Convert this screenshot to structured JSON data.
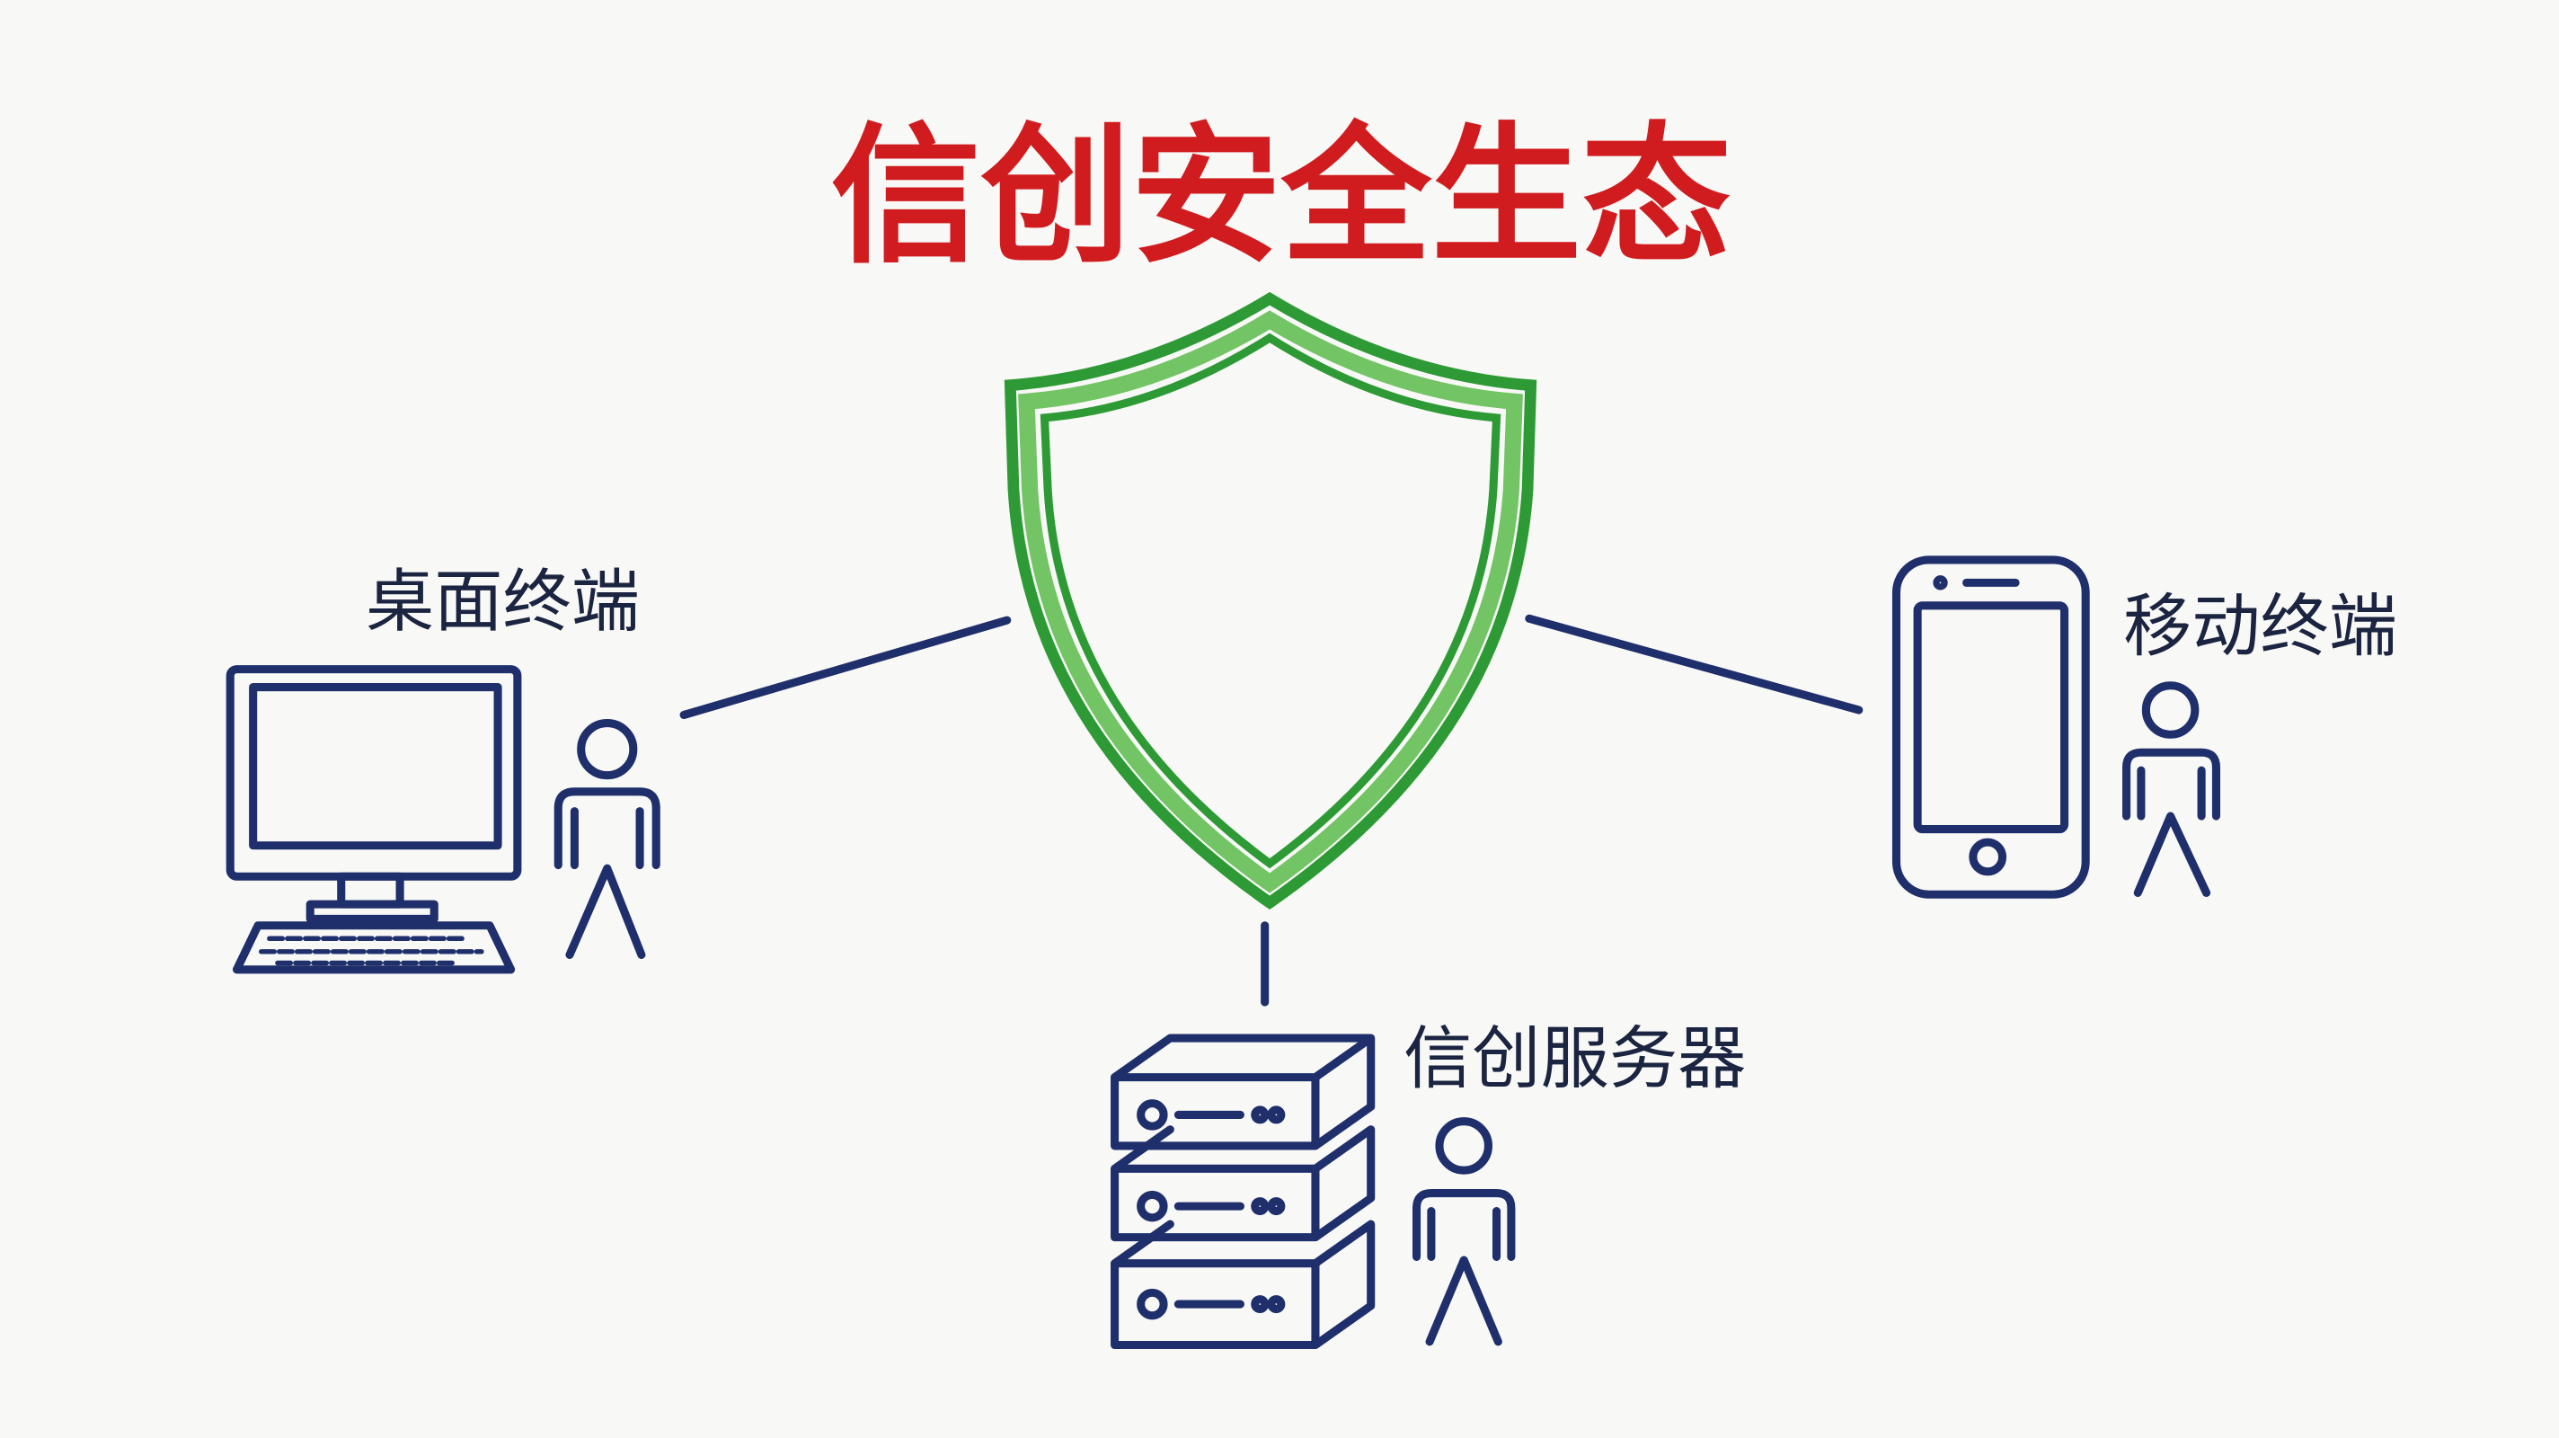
{
  "title": "信创安全生态",
  "nodes": {
    "desktop": {
      "label": "桌面终端"
    },
    "mobile": {
      "label": "移动终端"
    },
    "server": {
      "label": "信创服务器"
    }
  },
  "colors": {
    "title": "#d01c1f",
    "shield_outer": "#2e9a35",
    "shield_inner": "#72c465",
    "lines": "#1f2f6b"
  }
}
